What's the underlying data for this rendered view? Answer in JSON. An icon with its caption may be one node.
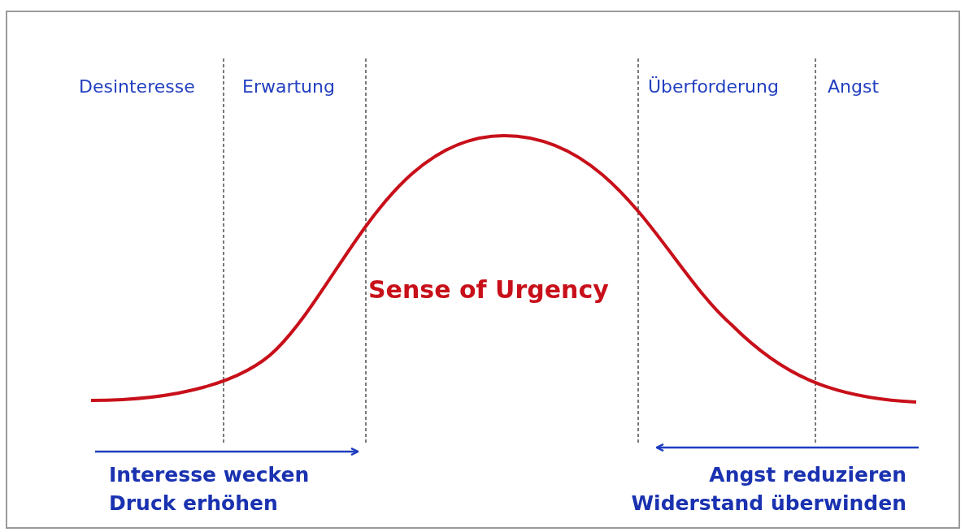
{
  "diagram": {
    "labels": [
      "Desinteresse",
      "Erwartung",
      "Überforderung",
      "Angst",
      "Sense of Urgency",
      "Interesse wecken",
      "Druck erhöhen",
      "Angst reduzieren",
      "Widerstand überwinden"
    ]
  }
}
